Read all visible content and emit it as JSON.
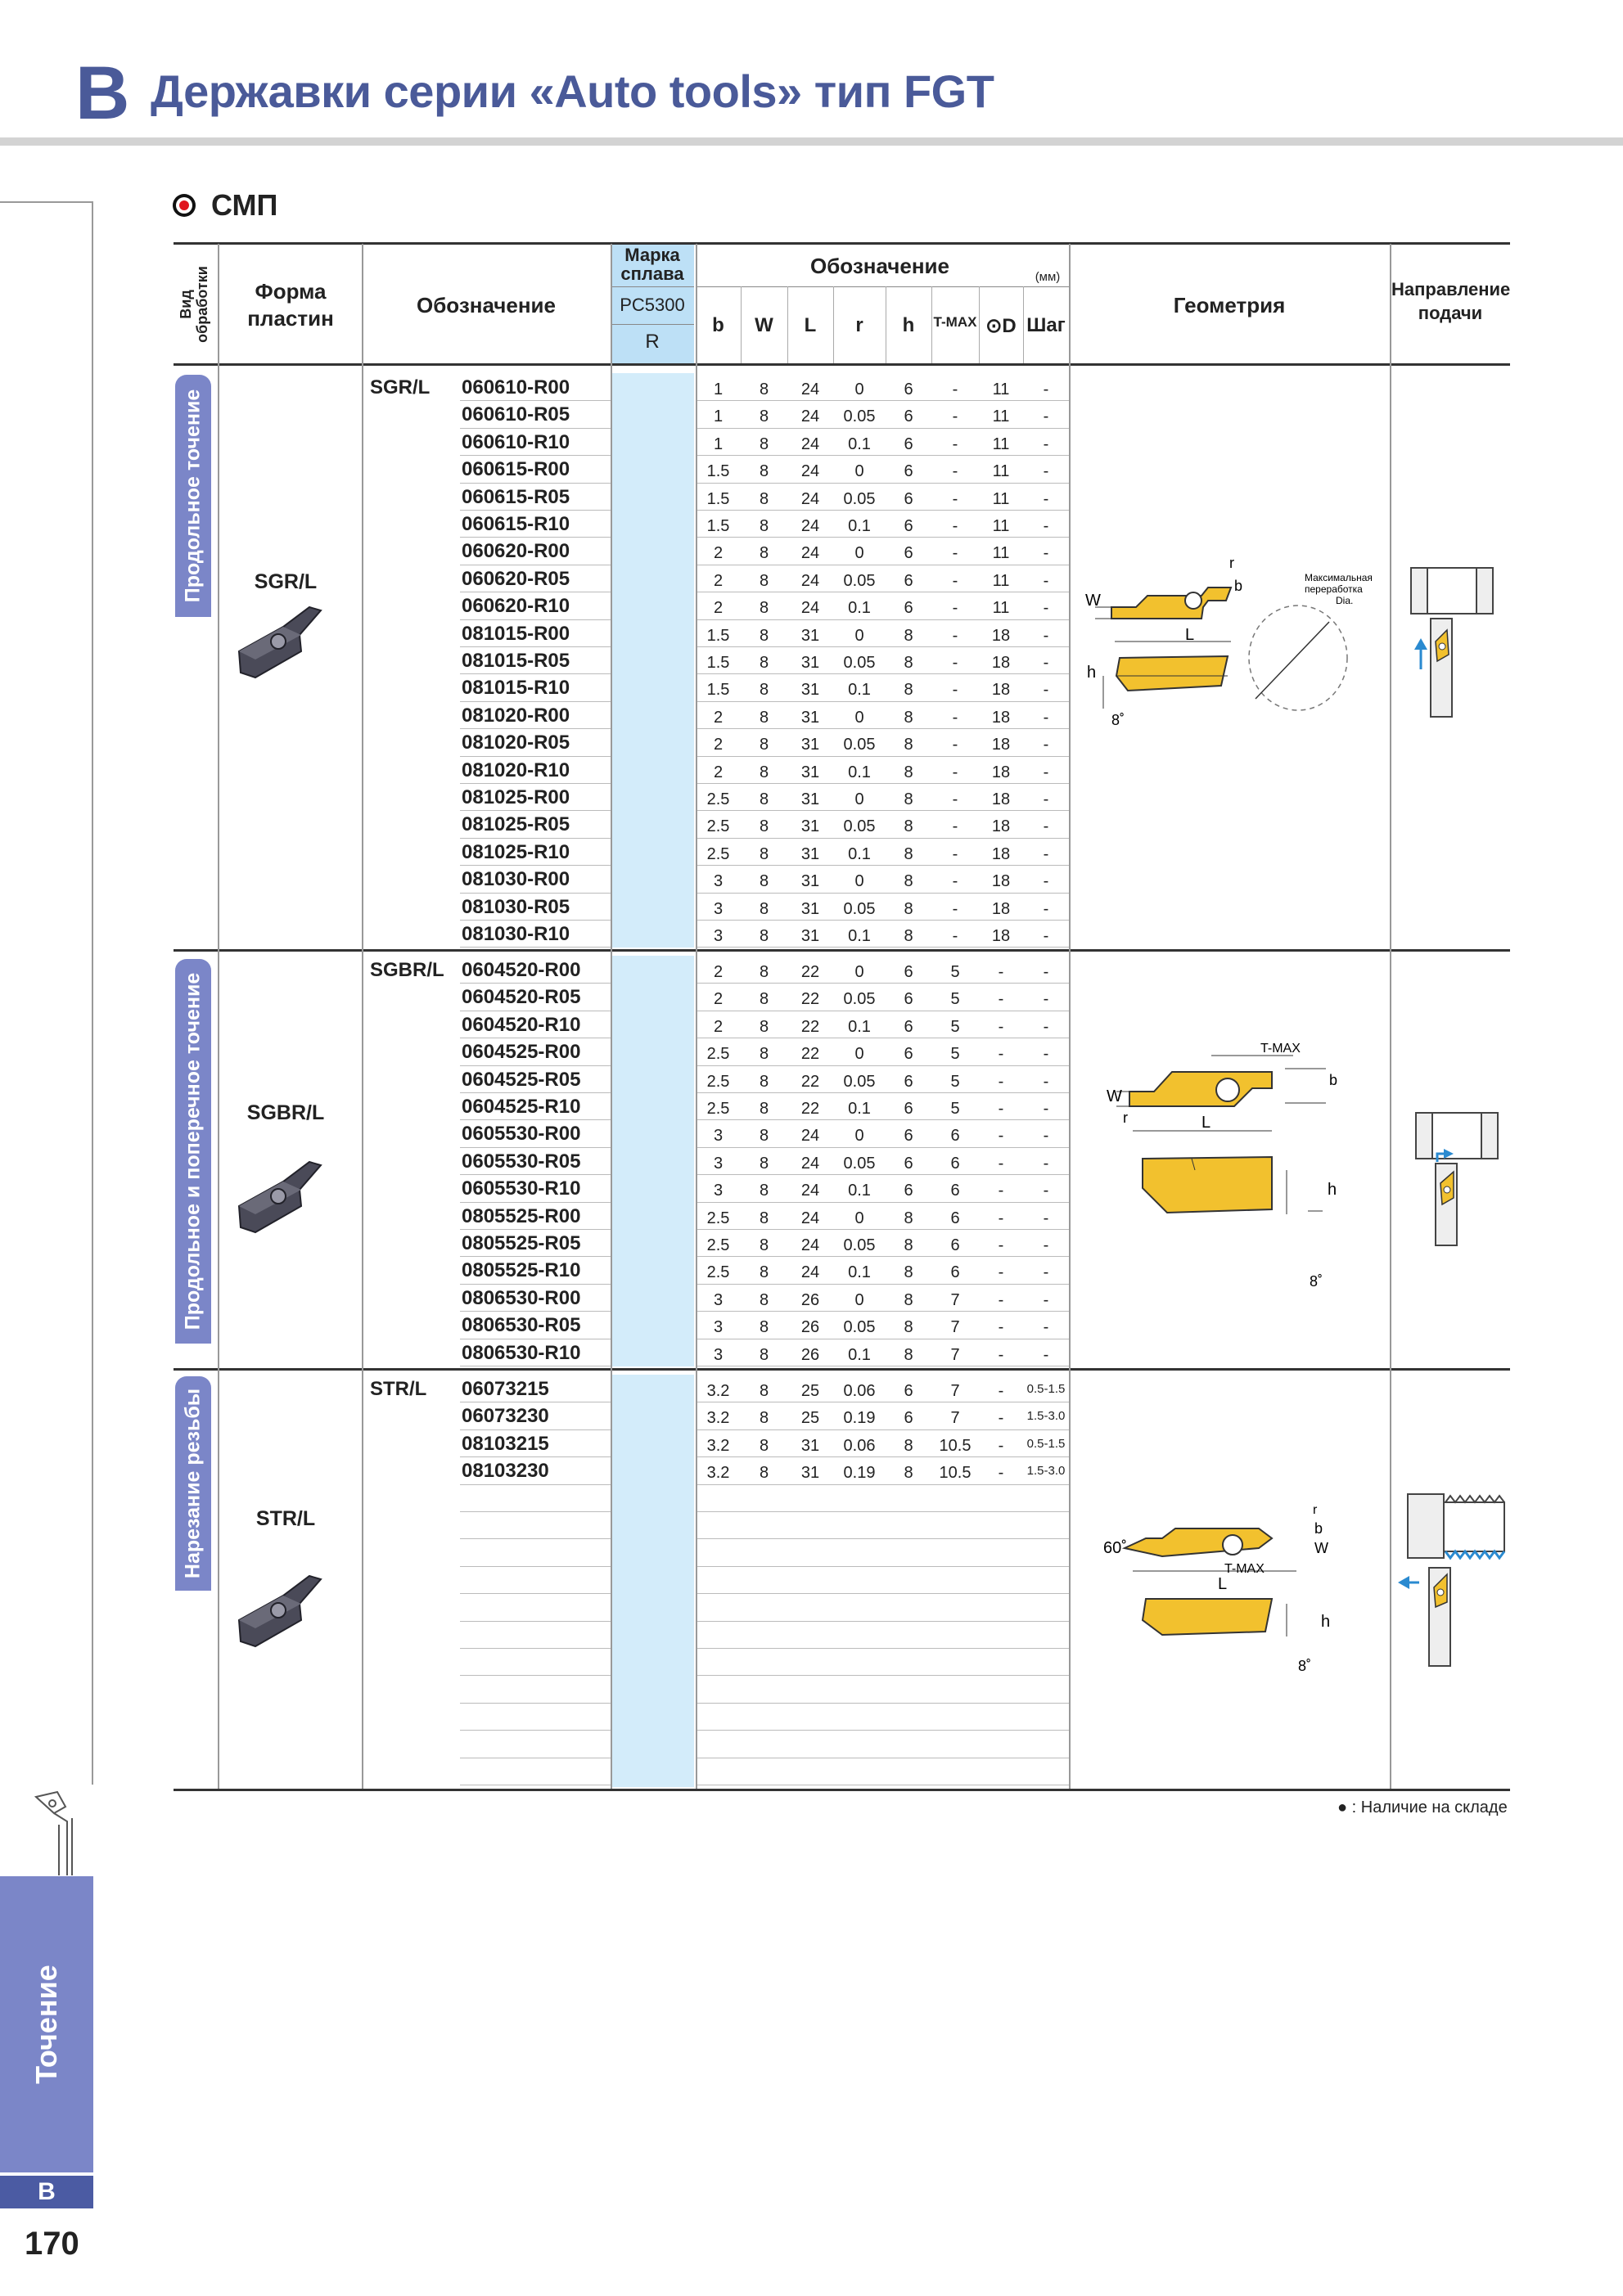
{
  "header": {
    "letter": "B",
    "title": "Державки серии «Auto tools» тип FGT"
  },
  "sidebar": {
    "tab_label": "Точение",
    "section_letter": "B",
    "page_number": "170"
  },
  "section": {
    "title": "СМП"
  },
  "table_header": {
    "col_operation": "Вид обработки",
    "col_shape": "Форма пластин",
    "col_designation": "Обозначение",
    "col_grade": "Марка сплава",
    "grade_name": "PC5300",
    "grade_type": "R",
    "col_dims": "Обозначение",
    "dims_unit": "(мм)",
    "dim_cols": [
      "b",
      "W",
      "L",
      "r",
      "h",
      "T-MAX",
      "⊙D",
      "Шаг"
    ],
    "col_geometry": "Геометрия",
    "col_feed": "Направление подачи"
  },
  "groups": [
    {
      "operation": "Продольное точение",
      "shape": "SGR/L",
      "series": "SGR/L",
      "rows": [
        {
          "code": "060610-R00",
          "b": "1",
          "W": "8",
          "L": "24",
          "r": "0",
          "h": "6",
          "t": "-",
          "d": "11",
          "p": "-"
        },
        {
          "code": "060610-R05",
          "b": "1",
          "W": "8",
          "L": "24",
          "r": "0.05",
          "h": "6",
          "t": "-",
          "d": "11",
          "p": "-"
        },
        {
          "code": "060610-R10",
          "b": "1",
          "W": "8",
          "L": "24",
          "r": "0.1",
          "h": "6",
          "t": "-",
          "d": "11",
          "p": "-"
        },
        {
          "code": "060615-R00",
          "b": "1.5",
          "W": "8",
          "L": "24",
          "r": "0",
          "h": "6",
          "t": "-",
          "d": "11",
          "p": "-"
        },
        {
          "code": "060615-R05",
          "b": "1.5",
          "W": "8",
          "L": "24",
          "r": "0.05",
          "h": "6",
          "t": "-",
          "d": "11",
          "p": "-"
        },
        {
          "code": "060615-R10",
          "b": "1.5",
          "W": "8",
          "L": "24",
          "r": "0.1",
          "h": "6",
          "t": "-",
          "d": "11",
          "p": "-"
        },
        {
          "code": "060620-R00",
          "b": "2",
          "W": "8",
          "L": "24",
          "r": "0",
          "h": "6",
          "t": "-",
          "d": "11",
          "p": "-"
        },
        {
          "code": "060620-R05",
          "b": "2",
          "W": "8",
          "L": "24",
          "r": "0.05",
          "h": "6",
          "t": "-",
          "d": "11",
          "p": "-"
        },
        {
          "code": "060620-R10",
          "b": "2",
          "W": "8",
          "L": "24",
          "r": "0.1",
          "h": "6",
          "t": "-",
          "d": "11",
          "p": "-"
        },
        {
          "code": "081015-R00",
          "b": "1.5",
          "W": "8",
          "L": "31",
          "r": "0",
          "h": "8",
          "t": "-",
          "d": "18",
          "p": "-"
        },
        {
          "code": "081015-R05",
          "b": "1.5",
          "W": "8",
          "L": "31",
          "r": "0.05",
          "h": "8",
          "t": "-",
          "d": "18",
          "p": "-"
        },
        {
          "code": "081015-R10",
          "b": "1.5",
          "W": "8",
          "L": "31",
          "r": "0.1",
          "h": "8",
          "t": "-",
          "d": "18",
          "p": "-"
        },
        {
          "code": "081020-R00",
          "b": "2",
          "W": "8",
          "L": "31",
          "r": "0",
          "h": "8",
          "t": "-",
          "d": "18",
          "p": "-"
        },
        {
          "code": "081020-R05",
          "b": "2",
          "W": "8",
          "L": "31",
          "r": "0.05",
          "h": "8",
          "t": "-",
          "d": "18",
          "p": "-"
        },
        {
          "code": "081020-R10",
          "b": "2",
          "W": "8",
          "L": "31",
          "r": "0.1",
          "h": "8",
          "t": "-",
          "d": "18",
          "p": "-"
        },
        {
          "code": "081025-R00",
          "b": "2.5",
          "W": "8",
          "L": "31",
          "r": "0",
          "h": "8",
          "t": "-",
          "d": "18",
          "p": "-"
        },
        {
          "code": "081025-R05",
          "b": "2.5",
          "W": "8",
          "L": "31",
          "r": "0.05",
          "h": "8",
          "t": "-",
          "d": "18",
          "p": "-"
        },
        {
          "code": "081025-R10",
          "b": "2.5",
          "W": "8",
          "L": "31",
          "r": "0.1",
          "h": "8",
          "t": "-",
          "d": "18",
          "p": "-"
        },
        {
          "code": "081030-R00",
          "b": "3",
          "W": "8",
          "L": "31",
          "r": "0",
          "h": "8",
          "t": "-",
          "d": "18",
          "p": "-"
        },
        {
          "code": "081030-R05",
          "b": "3",
          "W": "8",
          "L": "31",
          "r": "0.05",
          "h": "8",
          "t": "-",
          "d": "18",
          "p": "-"
        },
        {
          "code": "081030-R10",
          "b": "3",
          "W": "8",
          "L": "31",
          "r": "0.1",
          "h": "8",
          "t": "-",
          "d": "18",
          "p": "-"
        }
      ],
      "geometry_labels": {
        "W": "W",
        "L": "L",
        "b": "b",
        "r": "r",
        "h": "h",
        "angle": "8˚",
        "note": "Максимальная переработка Dia."
      }
    },
    {
      "operation": "Продольное и поперечное точение",
      "shape": "SGBR/L",
      "series": "SGBR/L",
      "rows": [
        {
          "code": "0604520-R00",
          "b": "2",
          "W": "8",
          "L": "22",
          "r": "0",
          "h": "6",
          "t": "5",
          "d": "-",
          "p": "-"
        },
        {
          "code": "0604520-R05",
          "b": "2",
          "W": "8",
          "L": "22",
          "r": "0.05",
          "h": "6",
          "t": "5",
          "d": "-",
          "p": "-"
        },
        {
          "code": "0604520-R10",
          "b": "2",
          "W": "8",
          "L": "22",
          "r": "0.1",
          "h": "6",
          "t": "5",
          "d": "-",
          "p": "-"
        },
        {
          "code": "0604525-R00",
          "b": "2.5",
          "W": "8",
          "L": "22",
          "r": "0",
          "h": "6",
          "t": "5",
          "d": "-",
          "p": "-"
        },
        {
          "code": "0604525-R05",
          "b": "2.5",
          "W": "8",
          "L": "22",
          "r": "0.05",
          "h": "6",
          "t": "5",
          "d": "-",
          "p": "-"
        },
        {
          "code": "0604525-R10",
          "b": "2.5",
          "W": "8",
          "L": "22",
          "r": "0.1",
          "h": "6",
          "t": "5",
          "d": "-",
          "p": "-"
        },
        {
          "code": "0605530-R00",
          "b": "3",
          "W": "8",
          "L": "24",
          "r": "0",
          "h": "6",
          "t": "6",
          "d": "-",
          "p": "-"
        },
        {
          "code": "0605530-R05",
          "b": "3",
          "W": "8",
          "L": "24",
          "r": "0.05",
          "h": "6",
          "t": "6",
          "d": "-",
          "p": "-"
        },
        {
          "code": "0605530-R10",
          "b": "3",
          "W": "8",
          "L": "24",
          "r": "0.1",
          "h": "6",
          "t": "6",
          "d": "-",
          "p": "-"
        },
        {
          "code": "0805525-R00",
          "b": "2.5",
          "W": "8",
          "L": "24",
          "r": "0",
          "h": "8",
          "t": "6",
          "d": "-",
          "p": "-"
        },
        {
          "code": "0805525-R05",
          "b": "2.5",
          "W": "8",
          "L": "24",
          "r": "0.05",
          "h": "8",
          "t": "6",
          "d": "-",
          "p": "-"
        },
        {
          "code": "0805525-R10",
          "b": "2.5",
          "W": "8",
          "L": "24",
          "r": "0.1",
          "h": "8",
          "t": "6",
          "d": "-",
          "p": "-"
        },
        {
          "code": "0806530-R00",
          "b": "3",
          "W": "8",
          "L": "26",
          "r": "0",
          "h": "8",
          "t": "7",
          "d": "-",
          "p": "-"
        },
        {
          "code": "0806530-R05",
          "b": "3",
          "W": "8",
          "L": "26",
          "r": "0.05",
          "h": "8",
          "t": "7",
          "d": "-",
          "p": "-"
        },
        {
          "code": "0806530-R10",
          "b": "3",
          "W": "8",
          "L": "26",
          "r": "0.1",
          "h": "8",
          "t": "7",
          "d": "-",
          "p": "-"
        }
      ],
      "geometry_labels": {
        "W": "W",
        "L": "L",
        "b": "b",
        "r": "r",
        "h": "h",
        "angle": "8˚",
        "tmax": "T-MAX"
      }
    },
    {
      "operation": "Нарезание резьбы",
      "shape": "STR/L",
      "series": "STR/L",
      "rows": [
        {
          "code": "06073215",
          "b": "3.2",
          "W": "8",
          "L": "25",
          "r": "0.06",
          "h": "6",
          "t": "7",
          "d": "-",
          "p": "0.5-1.5"
        },
        {
          "code": "06073230",
          "b": "3.2",
          "W": "8",
          "L": "25",
          "r": "0.19",
          "h": "6",
          "t": "7",
          "d": "-",
          "p": "1.5-3.0"
        },
        {
          "code": "08103215",
          "b": "3.2",
          "W": "8",
          "L": "31",
          "r": "0.06",
          "h": "8",
          "t": "10.5",
          "d": "-",
          "p": "0.5-1.5"
        },
        {
          "code": "08103230",
          "b": "3.2",
          "W": "8",
          "L": "31",
          "r": "0.19",
          "h": "8",
          "t": "10.5",
          "d": "-",
          "p": "1.5-3.0"
        }
      ],
      "geometry_labels": {
        "W": "W",
        "L": "L",
        "b": "b",
        "r": "r",
        "h": "h",
        "angle": "8˚",
        "angle60": "60˚",
        "tmax": "T-MAX"
      }
    }
  ],
  "legend": "● : Наличие на складе",
  "colors": {
    "accent": "#4a5a99",
    "tab": "#7b86c8",
    "grade_fill": "#d3ecfa",
    "insert_gold": "#f2c12e",
    "insert_gray": "#3a3a44"
  }
}
